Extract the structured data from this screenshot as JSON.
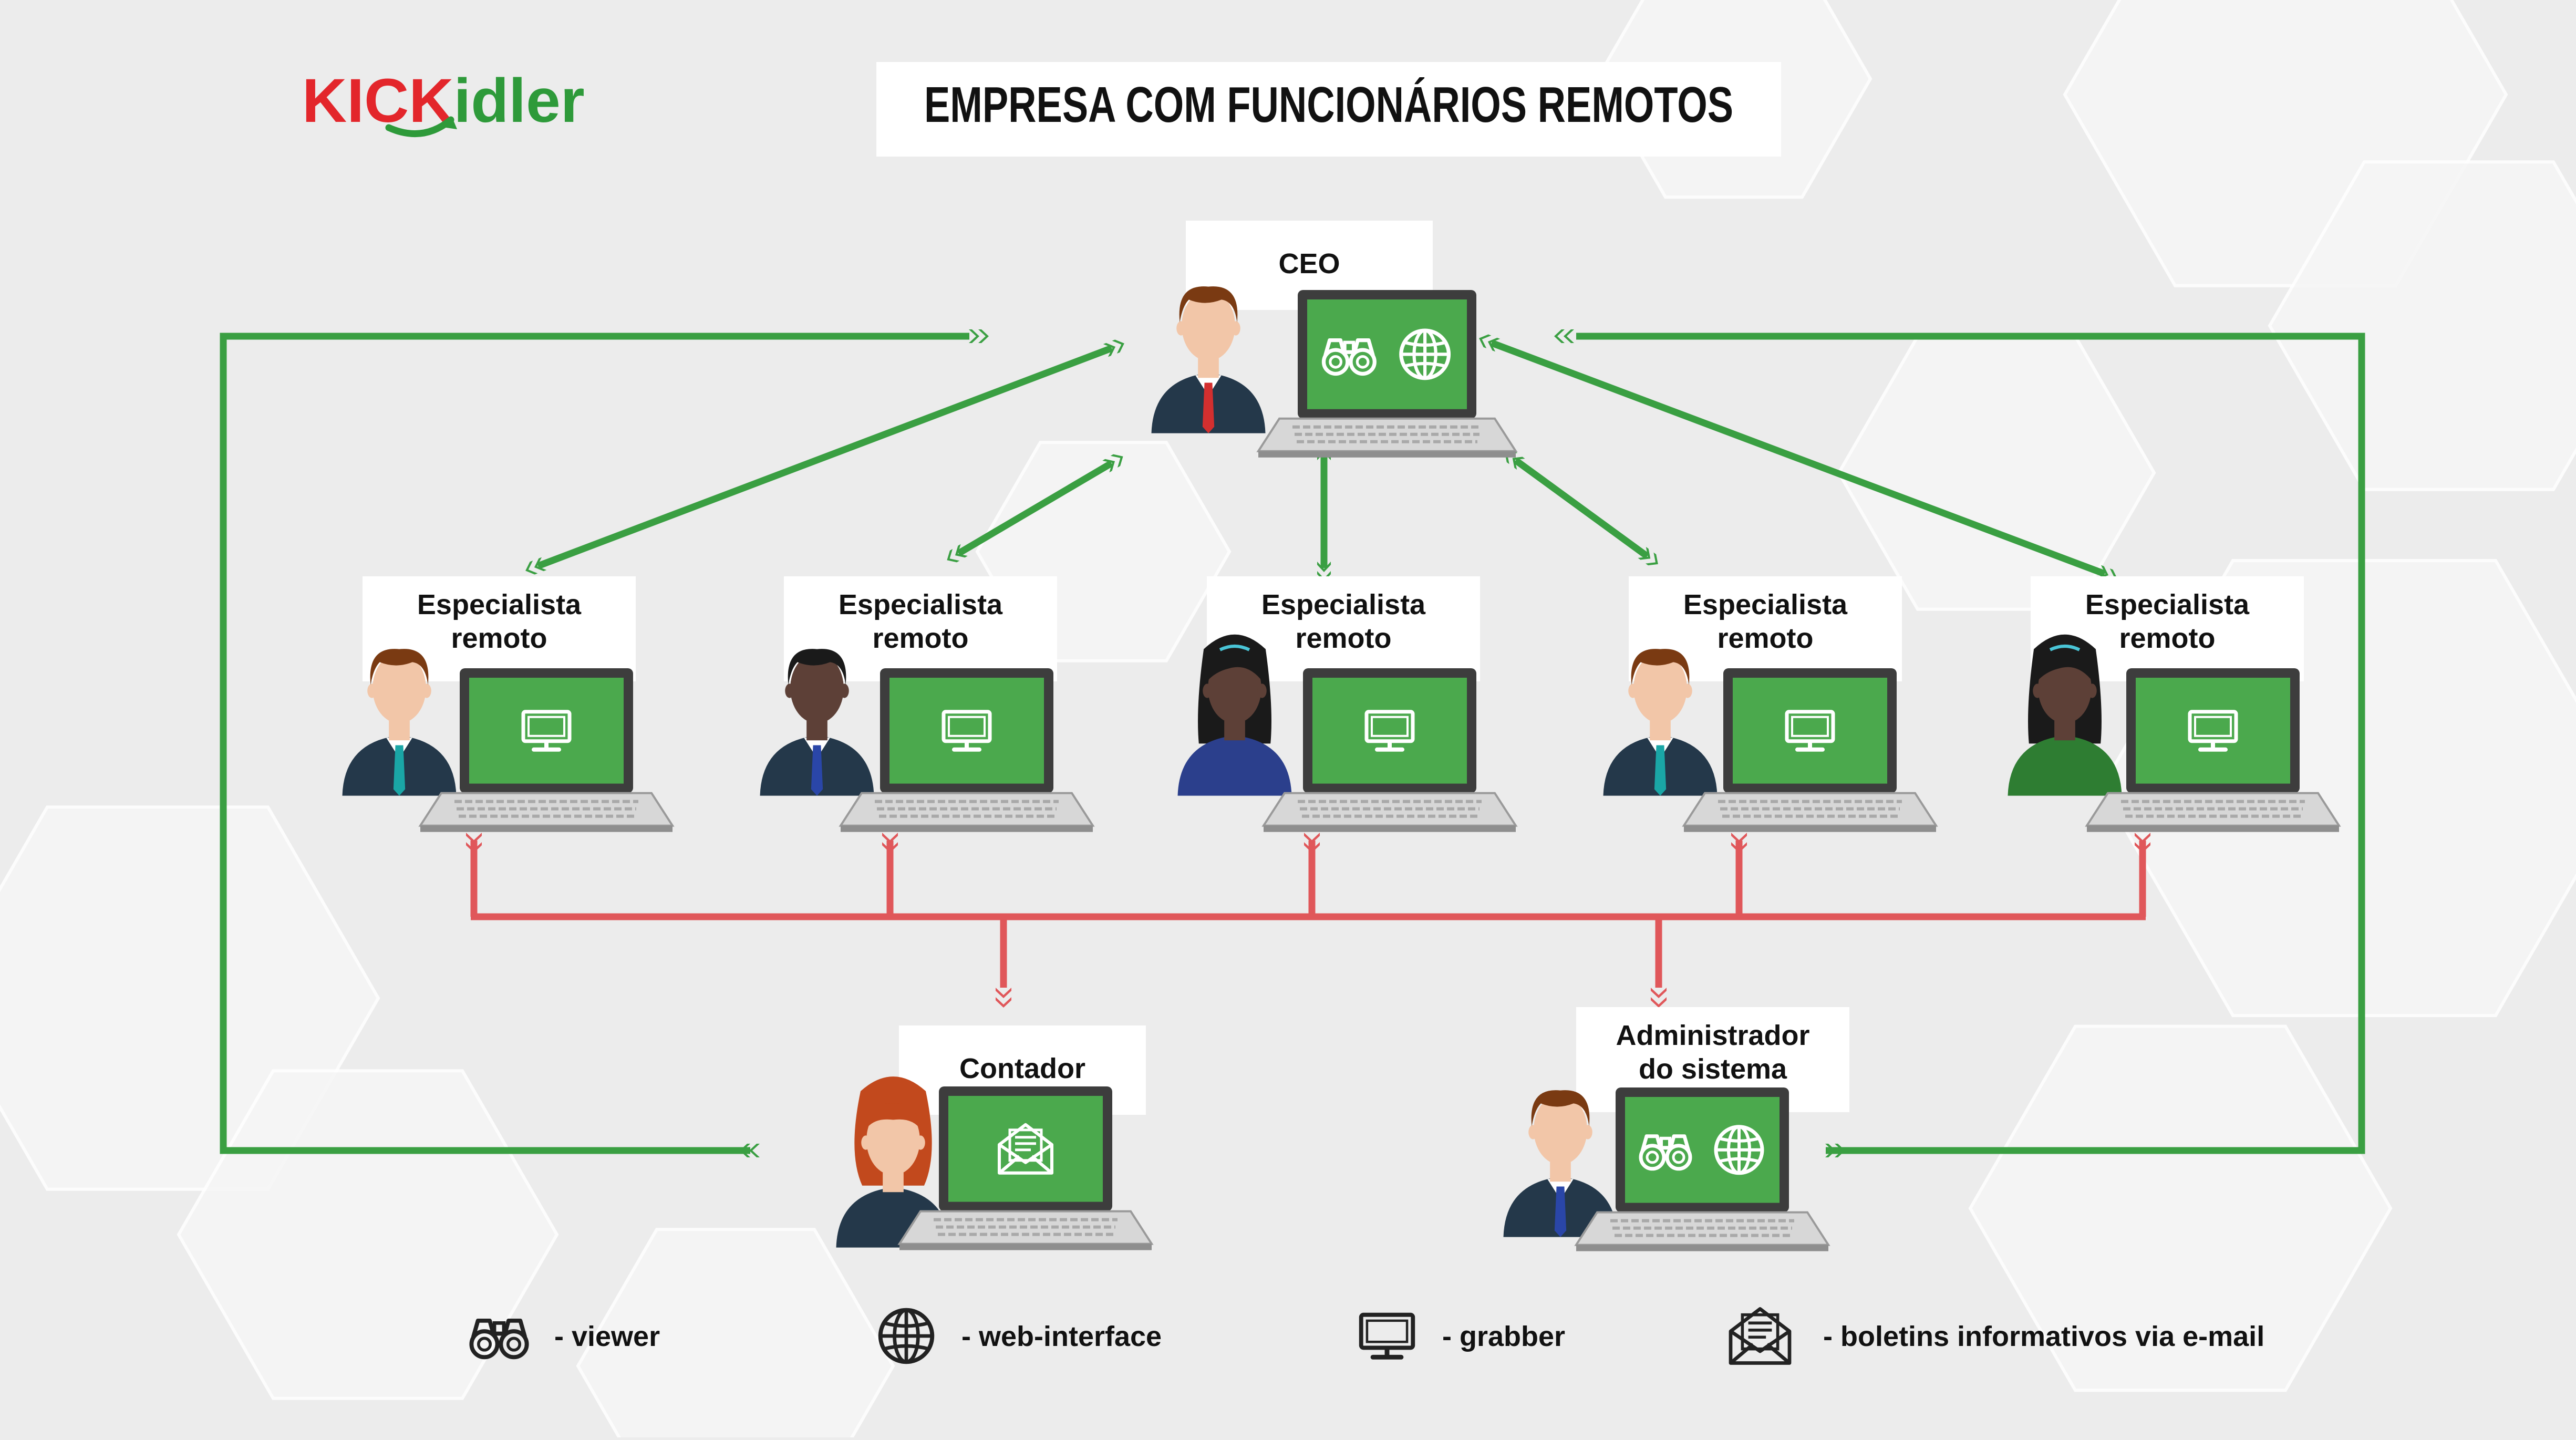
{
  "brand": {
    "name": "KICKidler",
    "part1": "KICK",
    "part2": "idler",
    "red": "#e3262b",
    "green": "#2e9a3a"
  },
  "title": "EMPRESA COM FUNCIONÁRIOS REMOTOS",
  "colors": {
    "green": "#3a9f42",
    "screen": "#4ba94d",
    "red": "#e0575a",
    "background": "#ececec"
  },
  "nodes": {
    "ceo": {
      "label": [
        "CEO"
      ],
      "icons": [
        "binoculars-icon",
        "globe-icon"
      ]
    },
    "specialists": [
      {
        "label": [
          "Especialista",
          "remoto"
        ],
        "avatar": "man-brown-hair",
        "icons": [
          "monitor-icon"
        ]
      },
      {
        "label": [
          "Especialista",
          "remoto"
        ],
        "avatar": "man-dark-skin",
        "icons": [
          "monitor-icon"
        ]
      },
      {
        "label": [
          "Especialista",
          "remoto"
        ],
        "avatar": "woman-dark-hair",
        "icons": [
          "monitor-icon"
        ]
      },
      {
        "label": [
          "Especialista",
          "remoto"
        ],
        "avatar": "man-brown-hair",
        "icons": [
          "monitor-icon"
        ]
      },
      {
        "label": [
          "Especialista",
          "remoto"
        ],
        "avatar": "woman-dark-skin",
        "icons": [
          "monitor-icon"
        ]
      }
    ],
    "accountant": {
      "label": [
        "Contador"
      ],
      "icons": [
        "envelope-icon"
      ]
    },
    "sysadmin": {
      "label": [
        "Administrador",
        "do sistema"
      ],
      "icons": [
        "binoculars-icon",
        "globe-icon"
      ]
    }
  },
  "legend": [
    {
      "icon": "binoculars-icon",
      "text": "- viewer"
    },
    {
      "icon": "globe-icon",
      "text": "- web-interface"
    },
    {
      "icon": "monitor-icon",
      "text": "- grabber"
    },
    {
      "icon": "envelope-icon",
      "text": "- boletins informativos via e-mail"
    }
  ]
}
